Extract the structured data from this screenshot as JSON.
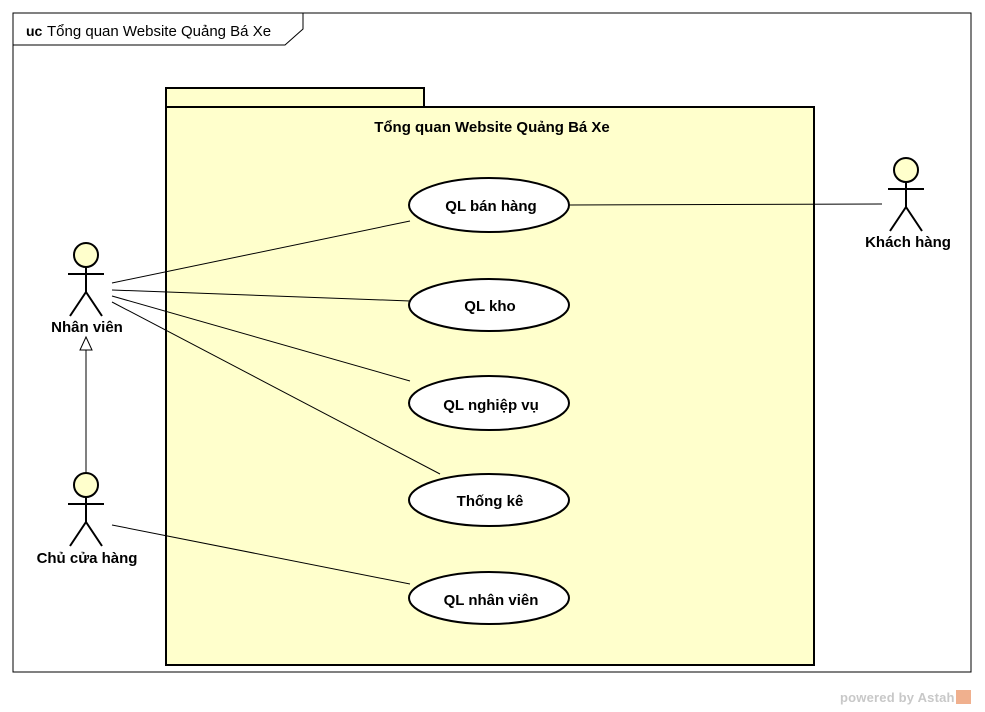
{
  "frame": {
    "keyword": "uc",
    "title": "Tổng quan Website Quảng Bá Xe"
  },
  "package": {
    "title": "Tổng quan Website Quảng Bá Xe"
  },
  "actors": {
    "nhan_vien": "Nhân viên",
    "chu_cua_hang": "Chủ cửa hàng",
    "khach_hang": "Khách hàng"
  },
  "use_cases": {
    "ban_hang": "QL bán hàng",
    "kho": "QL kho",
    "nghiep_vu": "QL nghiệp vụ",
    "thong_ke": "Thống kê",
    "nhan_vien": "QL nhân viên"
  },
  "watermark": {
    "text": "powered by Astah"
  },
  "colors": {
    "package_fill": "#ffffcc",
    "actor_head_fill": "#ffffcc",
    "line": "#000000"
  }
}
